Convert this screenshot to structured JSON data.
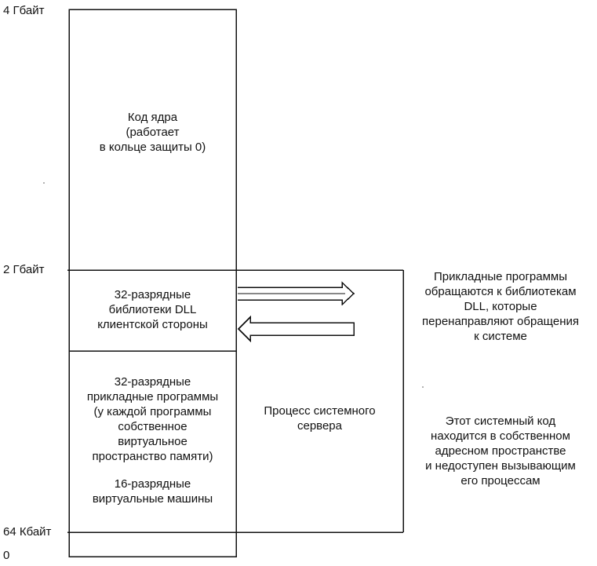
{
  "axis": {
    "top": "4 Гбайт",
    "mid": "2 Гбайт",
    "low": "64 Кбайт",
    "zero": "0"
  },
  "kernel": {
    "lines": [
      "Код ядра",
      "(работает",
      "в кольце защиты 0)"
    ]
  },
  "dll": {
    "lines": [
      "32-разрядные",
      "библиотеки DLL",
      "клиентской стороны"
    ]
  },
  "apps": {
    "lines": [
      "32-разрядные",
      "прикладные программы",
      "(у каждой программы",
      "собственное",
      "виртуальное",
      "пространство памяти)"
    ],
    "vm_lines": [
      "16-разрядные",
      "виртуальные машины"
    ]
  },
  "server": {
    "lines": [
      "Процесс системного",
      "сервера"
    ]
  },
  "notes": {
    "top": [
      "Прикладные программы",
      "обращаются к библиотекам",
      "DLL, которые",
      "перенаправляют обращения",
      "к системе"
    ],
    "bottom": [
      "Этот системный код",
      "находится в собственном",
      "адресном пространстве",
      "и недоступен вызывающим",
      "его процессам"
    ]
  }
}
